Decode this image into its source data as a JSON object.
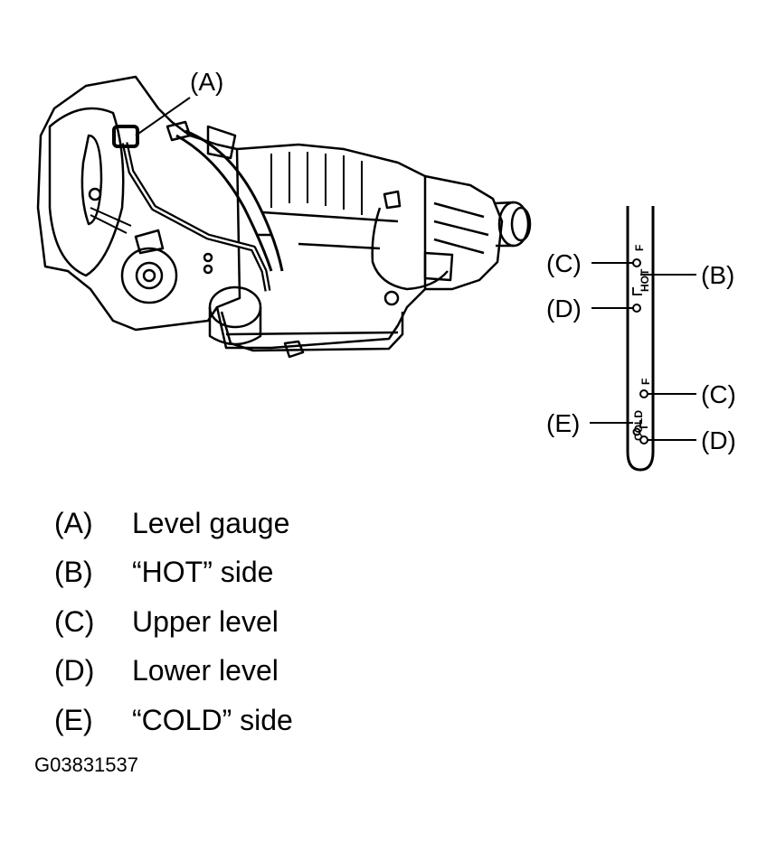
{
  "callouts": {
    "a": "(A)",
    "b": "(B)",
    "c": "(C)",
    "d": "(D)",
    "e": "(E)"
  },
  "gauge": {
    "hot": "HOT",
    "cold": "COLD",
    "full": "F",
    "low": "L"
  },
  "legend": [
    {
      "key": "(A)",
      "text": "Level gauge"
    },
    {
      "key": "(B)",
      "text": "“HOT” side"
    },
    {
      "key": "(C)",
      "text": "Upper level"
    },
    {
      "key": "(D)",
      "text": "Lower level"
    },
    {
      "key": "(E)",
      "text": "“COLD” side"
    }
  ],
  "figure_id": "G03831537"
}
